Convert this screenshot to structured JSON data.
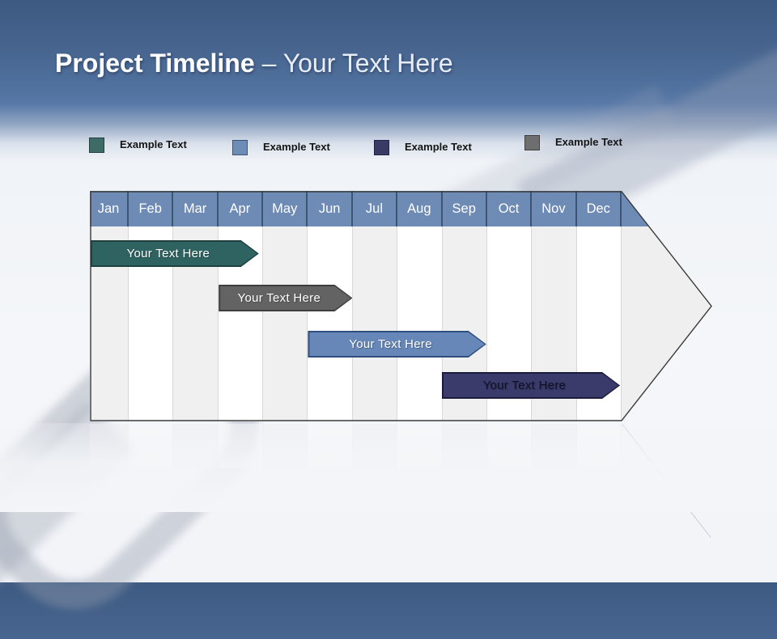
{
  "slide": {
    "title_bold": "Project Timeline",
    "title_rest": "– Your Text Here"
  },
  "legend": {
    "items": [
      {
        "label": "Example Text",
        "color": "#3E6A67",
        "border": "#24403E"
      },
      {
        "label": "Example Text",
        "color": "#6E8CB5",
        "border": "#3D5472"
      },
      {
        "label": "Example Text",
        "color": "#3A3A66",
        "border": "#232345"
      },
      {
        "label": "Example Text",
        "color": "#6E6E6E",
        "border": "#414141"
      }
    ]
  },
  "chart_data": {
    "type": "bar",
    "subtype": "gantt-timeline-arrow",
    "title": "Project Timeline – Your Text Here",
    "months": [
      "Jan",
      "Feb",
      "Mar",
      "Apr",
      "May",
      "Jun",
      "Jul",
      "Aug",
      "Sep",
      "Oct",
      "Nov",
      "Dec"
    ],
    "header_color": "#6D8BB4",
    "column_colors": {
      "odd": "#F0F0F0",
      "even": "#FFFFFF"
    },
    "bars": [
      {
        "label": "Your Text Here",
        "start_month": "Jan",
        "end_month": "Apr",
        "start": 0,
        "end": 3.9,
        "row": 0,
        "color": "#2E6361",
        "border": "#1C4140",
        "text_color": "#FFFFFF"
      },
      {
        "label": "Your Text Here",
        "start_month": "Apr",
        "end_month": "Jun",
        "start": 3,
        "end": 6,
        "row": 1,
        "color": "#636363",
        "border": "#3E3E3E",
        "text_color": "#FFFFFF"
      },
      {
        "label": "Your Text Here",
        "start_month": "Jun",
        "end_month": "Sep",
        "start": 5,
        "end": 9,
        "row": 2,
        "color": "#6687B7",
        "border": "#2F4E7E",
        "text_color": "#FFFFFF"
      },
      {
        "label": "Your Text Here",
        "start_month": "Sep",
        "end_month": "Dec",
        "start": 8,
        "end": 12,
        "row": 3,
        "color": "#3B3B6B",
        "border": "#1B1B3E",
        "text_color": "#10102A"
      }
    ]
  }
}
